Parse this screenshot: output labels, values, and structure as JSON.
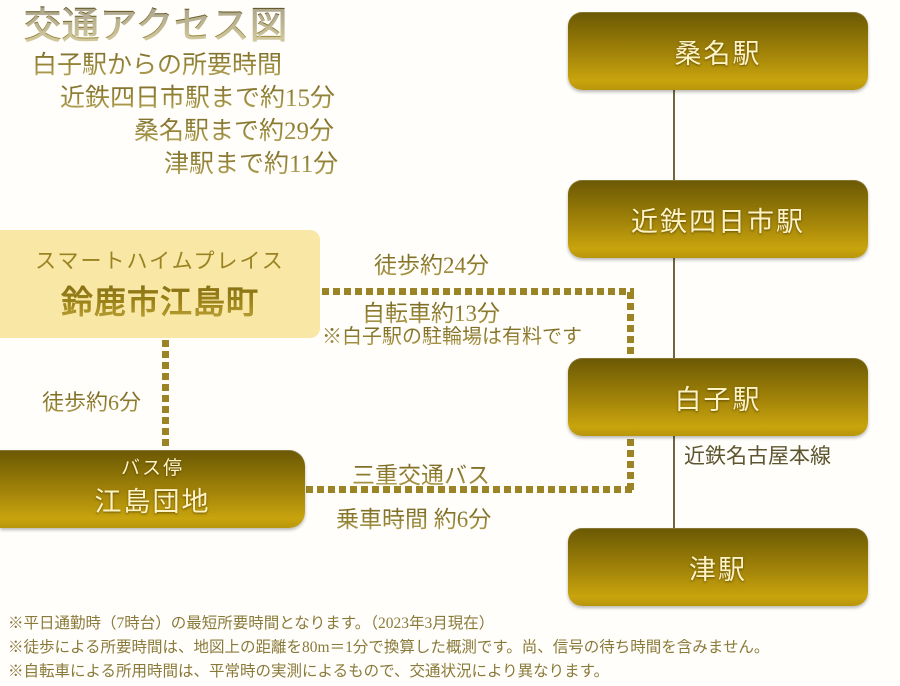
{
  "title": {
    "main": "交通アクセス図",
    "lines": [
      "白子駅からの所要時間",
      "近鉄四日市駅まで約15分",
      "桑名駅まで約29分",
      "津駅まで約11分"
    ]
  },
  "property": {
    "brand": "スマートハイムプレイス",
    "name": "鈴鹿市江島町"
  },
  "stations": [
    {
      "id": "kuwana",
      "label": "桑名駅"
    },
    {
      "id": "yokkaichi",
      "label": "近鉄四日市駅"
    },
    {
      "id": "shiroko",
      "label": "白子駅"
    },
    {
      "id": "tsu",
      "label": "津駅"
    }
  ],
  "bus_stop": {
    "kind": "バス停",
    "name": "江島団地"
  },
  "rail": {
    "line_name": "近鉄名古屋本線"
  },
  "routes": {
    "walk_to_shiroko": "徒歩約24分",
    "bike_to_shiroko": "自転車約13分",
    "bike_parking_note": "※白子駅の駐輪場は有料です",
    "walk_to_bus_stop": "徒歩約6分",
    "bus_operator": "三重交通バス",
    "bus_ride_time": "乗車時間 約6分"
  },
  "footnotes": [
    "※平日通勤時（7時台）の最短所要時間となります。（2023年3月現在）",
    "※徒歩による所要時間は、地図上の距離を80m＝1分で換算した概測です。尚、信号の待ち時間を含みません。",
    "※自転車による所用時間は、平常時の実測によるもので、交通状況により異なります。"
  ],
  "colors": {
    "station_gold_dark": "#6b5805",
    "station_gold_light": "#c8a40d",
    "property_bg": "#f9e7a6",
    "text_gold": "#8a7a33",
    "dotted_line": "#9a8426",
    "rail_line": "#6f6741"
  }
}
